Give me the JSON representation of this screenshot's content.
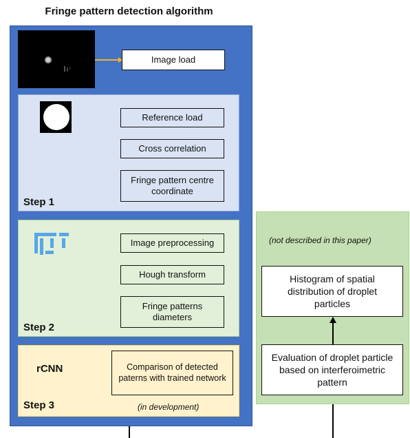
{
  "title": "Fringe pattern detection algorithm",
  "colors": {
    "outer": "#4472c4",
    "step1_bg": "#dae3f3",
    "step2_bg": "#e2f0d9",
    "step3_bg": "#fff2cc",
    "right_bg": "#c5e0b4",
    "arrow_orange": "#f4b224",
    "fiji_blue": "#58a6e6"
  },
  "load": {
    "image_label": "Image load"
  },
  "step1": {
    "label": "Step 1",
    "boxes": [
      "Reference load",
      "Cross correlation",
      "Fringe pattern centre coordinate"
    ]
  },
  "step2": {
    "label": "Step 2",
    "boxes": [
      "Image preprocessing",
      "Hough transform",
      "Fringe patterns diameters"
    ],
    "logo": "fiji-logo-icon"
  },
  "step3": {
    "label": "Step 3",
    "model": "rCNN",
    "box": "Comparison of detected paterns with trained network",
    "note": "(in development)"
  },
  "right": {
    "note": "(not described in this paper)",
    "histogram": "Histogram of spatial distribution of droplet particles",
    "evaluation": "Evaluation of droplet particle based on interferoimetric pattern"
  }
}
